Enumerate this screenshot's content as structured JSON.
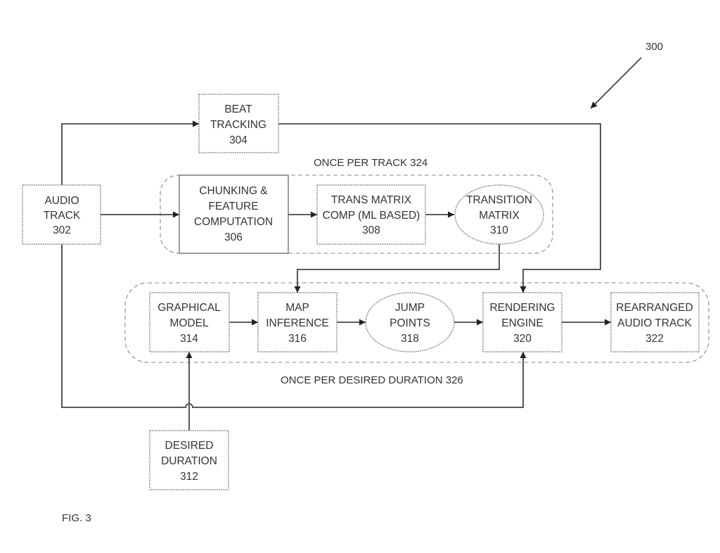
{
  "figure": {
    "reference": "300",
    "caption": "FIG. 3"
  },
  "groups": {
    "once_per_track": "ONCE PER TRACK 324",
    "once_per_duration": "ONCE PER DESIRED DURATION 326"
  },
  "nodes": {
    "audio_track": [
      "AUDIO",
      "TRACK",
      "302"
    ],
    "beat_tracking": [
      "BEAT",
      "TRACKING",
      "304"
    ],
    "chunking": [
      "CHUNKING &",
      "FEATURE",
      "COMPUTATION",
      "306"
    ],
    "trans_matrix_comp": [
      "TRANS MATRIX",
      "COMP (ML BASED)",
      "308"
    ],
    "transition_matrix": [
      "TRANSITION",
      "MATRIX",
      "310"
    ],
    "desired_duration": [
      "DESIRED",
      "DURATION",
      "312"
    ],
    "graphical_model": [
      "GRAPHICAL",
      "MODEL",
      "314"
    ],
    "map_inference": [
      "MAP",
      "INFERENCE",
      "316"
    ],
    "jump_points": [
      "JUMP",
      "POINTS",
      "318"
    ],
    "rendering_engine": [
      "RENDERING",
      "ENGINE",
      "320"
    ],
    "rearranged_audio": [
      "REARRANGED",
      "AUDIO TRACK",
      "322"
    ]
  },
  "edges": [
    {
      "from": "audio_track",
      "to": "beat_tracking"
    },
    {
      "from": "audio_track",
      "to": "chunking"
    },
    {
      "from": "audio_track",
      "to": "rendering_engine"
    },
    {
      "from": "beat_tracking",
      "to": "rendering_engine"
    },
    {
      "from": "chunking",
      "to": "trans_matrix_comp"
    },
    {
      "from": "trans_matrix_comp",
      "to": "transition_matrix"
    },
    {
      "from": "transition_matrix",
      "to": "map_inference"
    },
    {
      "from": "desired_duration",
      "to": "graphical_model"
    },
    {
      "from": "graphical_model",
      "to": "map_inference"
    },
    {
      "from": "map_inference",
      "to": "jump_points"
    },
    {
      "from": "jump_points",
      "to": "rendering_engine"
    },
    {
      "from": "rendering_engine",
      "to": "rearranged_audio"
    }
  ]
}
